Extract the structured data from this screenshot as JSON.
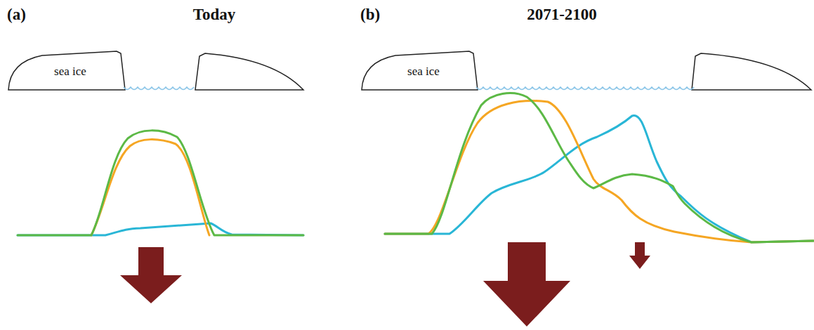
{
  "diagram": {
    "nodes": [
      {
        "text": [
          "sea ice"
        ]
      },
      {
        "text": [
          "sea ice"
        ]
      }
    ],
    "labels": [
      "(a)",
      "Today",
      "(b)",
      "2071-2100"
    ]
  }
}
